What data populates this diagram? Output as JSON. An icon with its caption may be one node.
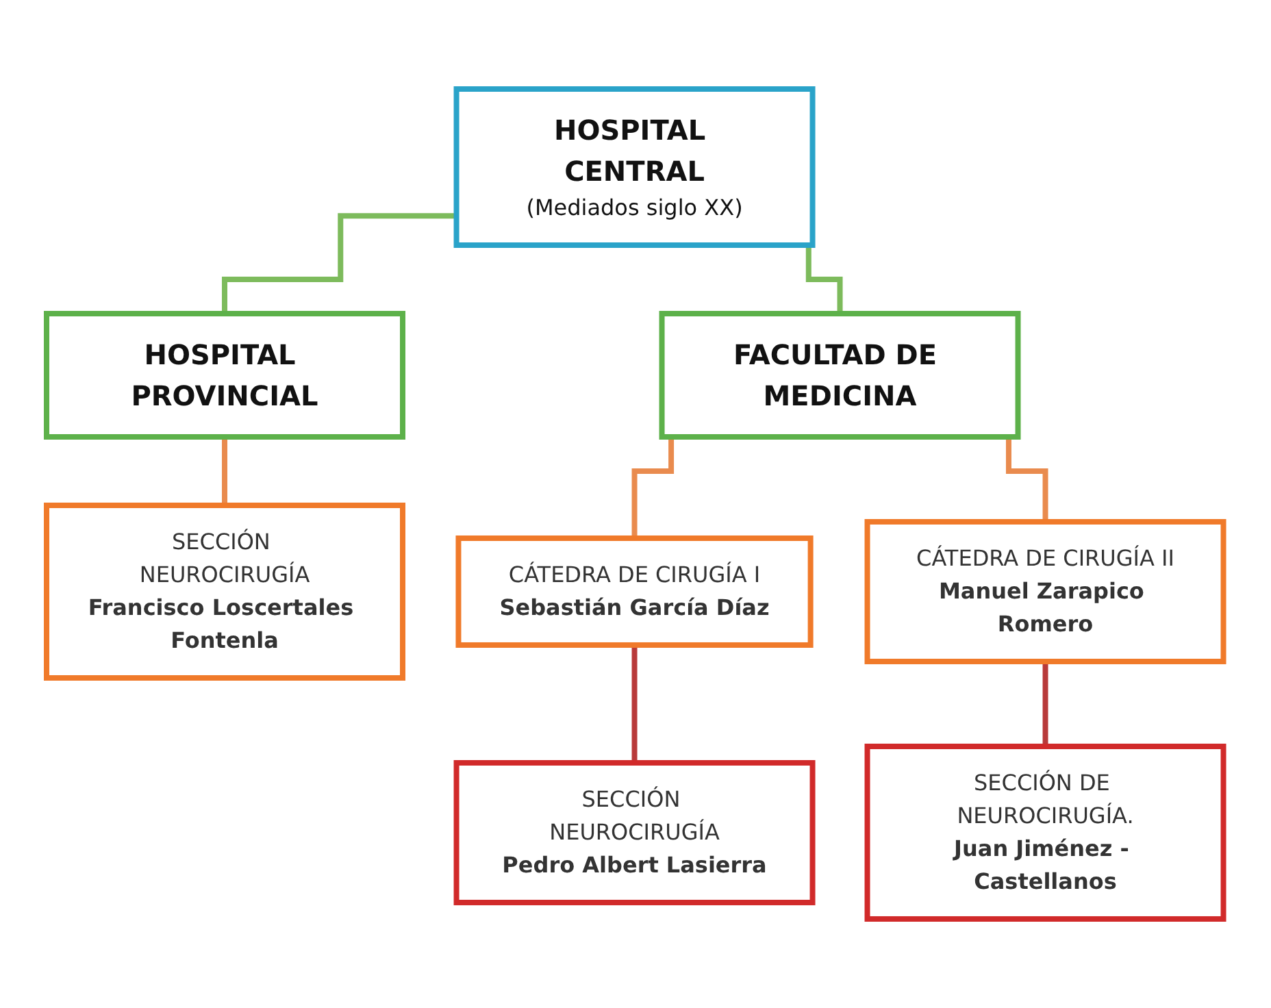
{
  "diagram": {
    "nodes": [
      {
        "text": [
          "HOSPITAL CENTRAL",
          "(Mediados siglo XX)"
        ]
      },
      {
        "text": [
          "HOSPITAL PROVINCIAL"
        ]
      },
      {
        "text": [
          "FACULTAD DE MEDICINA"
        ]
      },
      {
        "text": [
          "SECCIÓN NEUROCIRUGÍA",
          "Francisco Loscertales Fontenla"
        ]
      },
      {
        "text": [
          "CÁTEDRA DE CIRUGÍA I",
          "Sebastián García Díaz"
        ]
      },
      {
        "text": [
          "CÁTEDRA DE CIRUGÍA II",
          "Manuel Zarapico Romero"
        ]
      },
      {
        "text": [
          "SECCIÓN NEUROCIRUGÍA",
          "Pedro Albert Lasierra"
        ]
      },
      {
        "text": [
          "SECCIÓN DE NEUROCIRUGÍA.",
          "Juan Jiménez - Castellanos"
        ]
      }
    ],
    "edges": [
      {
        "from": 0,
        "to": 1,
        "arrow": "none",
        "color": "#7dbb5c"
      },
      {
        "from": 0,
        "to": 2,
        "arrow": "none",
        "color": "#7dbb5c"
      },
      {
        "from": 1,
        "to": 3,
        "arrow": "none"
      },
      {
        "from": 2,
        "to": 4,
        "arrow": "none"
      },
      {
        "from": 2,
        "to": 5,
        "arrow": "none"
      },
      {
        "from": 4,
        "to": 6,
        "arrow": "none",
        "color": "#b83a3a"
      },
      {
        "from": 5,
        "to": 7,
        "arrow": "none",
        "color": "#b83a3a"
      }
    ]
  }
}
